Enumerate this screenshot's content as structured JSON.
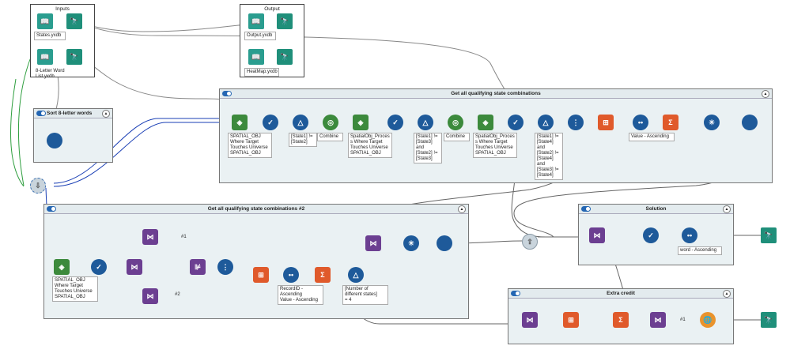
{
  "containers": {
    "inputs": "Inputs",
    "output": "Output",
    "sort": "Sort 8-letter words",
    "get_combos": "Get all qualifying state combinations",
    "get_combos2": "Get all qualifying state combinations #2",
    "solution": "Solution",
    "extra": "Extra credit"
  },
  "files": {
    "states": "States.yxdb",
    "words": "8-Letter Word\nList.yxdb",
    "output": "Output.yxdb",
    "heatmap": "HeatMap.yxdb"
  },
  "annotations": {
    "spatial1": "SPATIAL_OBJ\nWhere Target\nTouches Universe\nSPATIAL_OBJ",
    "filter1": "[State1] !=\n[State2]",
    "combine1": "Combine",
    "spatial2": "SpatialObj_Proces\ns Where Target\nTouches Universe\nSPATIAL_OBJ",
    "filter2": "[State1] !=\n[State3] and\n[State2] !=\n[State3]",
    "combine2": "Combine",
    "spatial3": "SpatialObj_Proces\ns Where Target\nTouches Universe\nSPATIAL_OBJ",
    "filter3": "[State1] !=\n[State4] and\n[State2] !=\n[State4] and\n[State3] !=\n[State4]",
    "sort1": "Value - Ascending",
    "spatial4": "SPATIAL_OBJ\nWhere Target\nTouches Universe\nSPATIAL_OBJ",
    "join1": "#1",
    "join2": "#2",
    "sort2": "RecordID -\nAscending\nValue - Ascending",
    "filter4": "[Number of\ndifferent states]\n= 4",
    "sort3": "word - Ascending",
    "extra_join": "#1"
  }
}
